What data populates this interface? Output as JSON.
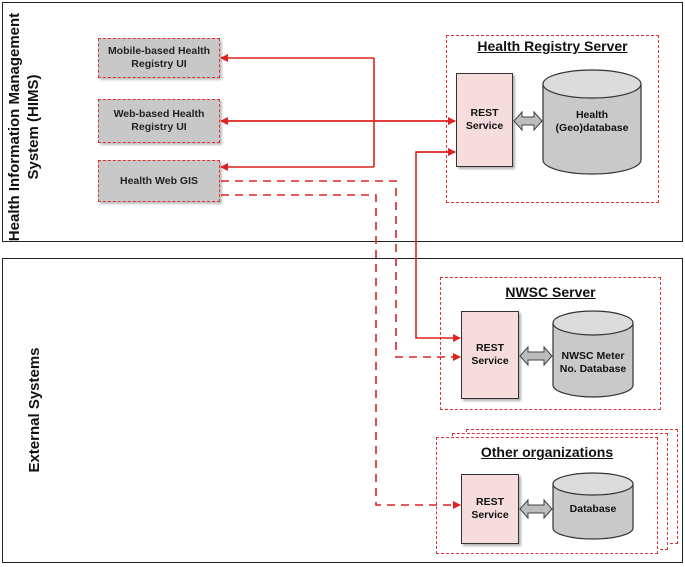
{
  "hims_label": "Health Information Management System (HIMS)",
  "external_label": "External Systems",
  "ui": {
    "mobile": "Mobile-based Health Registry UI",
    "web": "Web-based Health Registry UI",
    "gis": "Health Web GIS"
  },
  "servers": {
    "health_registry": {
      "title": "Health Registry Server",
      "rest": "REST Service",
      "db": "Health (Geo)database"
    },
    "nwsc": {
      "title": "NWSC Server",
      "rest": "REST Service",
      "db": "NWSC Meter No. Database"
    },
    "other": {
      "title": "Other organizations",
      "rest": "REST Service",
      "db": "Database"
    }
  },
  "colors": {
    "arrow": "#dd2222",
    "ui_fill": "#c8c8c8",
    "rest_fill": "#f6dcdc",
    "db_fill": "#c9c9c9"
  }
}
